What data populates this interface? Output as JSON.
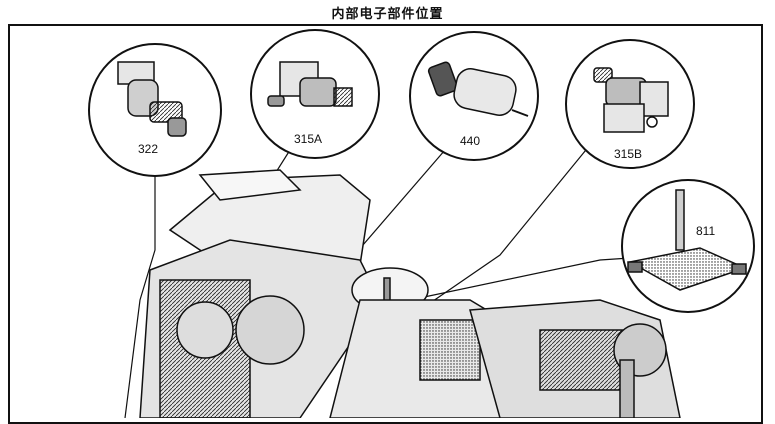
{
  "title": "内部电子部件位置",
  "components": [
    {
      "id": "322",
      "label": "322"
    },
    {
      "id": "315A",
      "label": "315A"
    },
    {
      "id": "440",
      "label": "440"
    },
    {
      "id": "315B",
      "label": "315B"
    },
    {
      "id": "811",
      "label": "811"
    }
  ]
}
